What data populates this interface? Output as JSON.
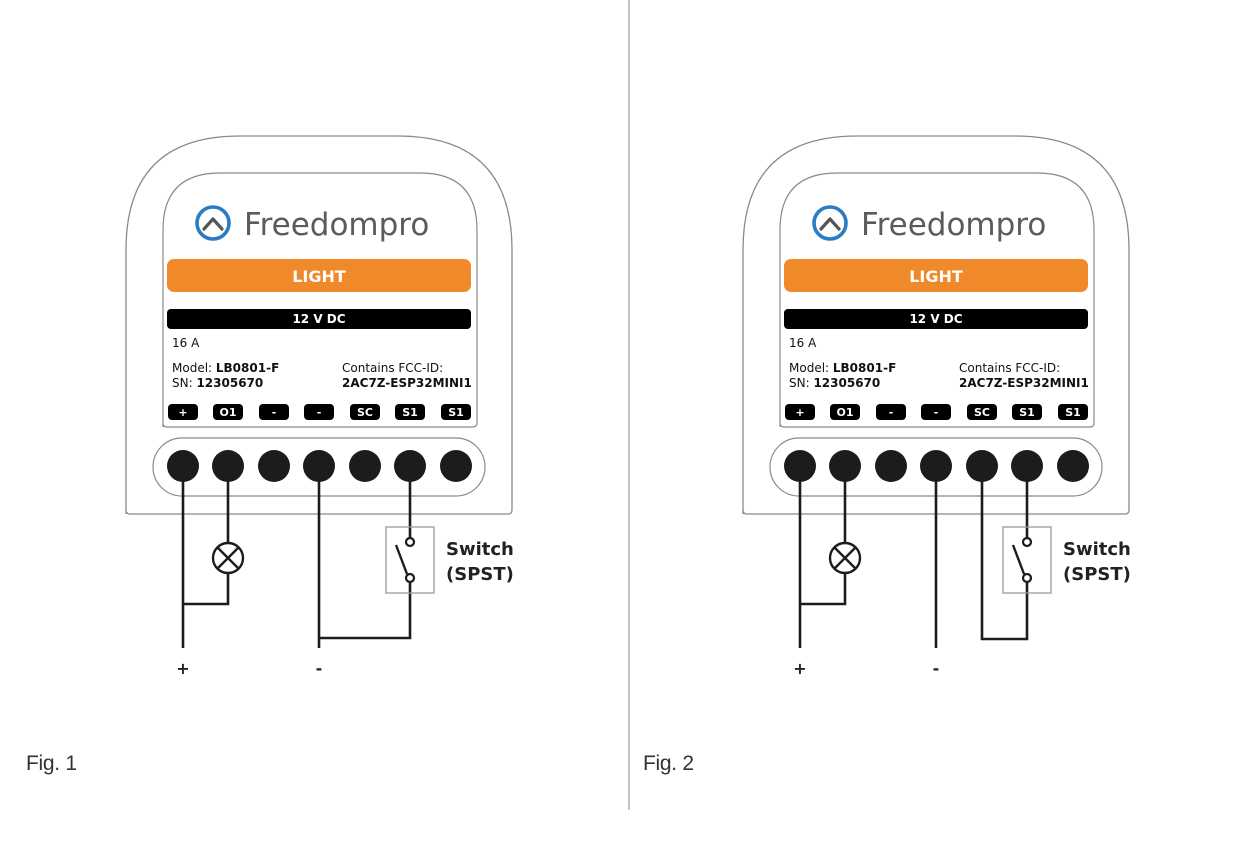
{
  "figures": [
    {
      "caption": "Fig. 1",
      "brand": "Freedompro",
      "function_label": "LIGHT",
      "voltage": "12 V DC",
      "current": "16 A",
      "model_label": "Model: ",
      "model_value": "LB0801-F",
      "sn_label": "SN: ",
      "sn_value": "12305670",
      "fcc_label": "Contains FCC-ID:",
      "fcc_value": "2AC7Z-ESP32MINI1",
      "terminals": [
        "+",
        "O1",
        "-",
        "-",
        "SC",
        "S1",
        "S1"
      ],
      "switch_label_1": "Switch",
      "switch_label_2": "(SPST)",
      "positive_label": "+",
      "negative_label": "-",
      "wiring": "switch-return-to-negative"
    },
    {
      "caption": "Fig. 2",
      "brand": "Freedompro",
      "function_label": "LIGHT",
      "voltage": "12 V DC",
      "current": "16 A",
      "model_label": "Model: ",
      "model_value": "LB0801-F",
      "sn_label": "SN: ",
      "sn_value": "12305670",
      "fcc_label": "Contains FCC-ID:",
      "fcc_value": "2AC7Z-ESP32MINI1",
      "terminals": [
        "+",
        "O1",
        "-",
        "-",
        "SC",
        "S1",
        "S1"
      ],
      "switch_label_1": "Switch",
      "switch_label_2": "(SPST)",
      "positive_label": "+",
      "negative_label": "-",
      "wiring": "switch-return-to-SC"
    }
  ],
  "colors": {
    "brand_blue": "#2b7cc4",
    "label_orange": "#f0892a",
    "terminal_black": "#1c1c1c",
    "outline_gray": "#8a8a8a"
  }
}
